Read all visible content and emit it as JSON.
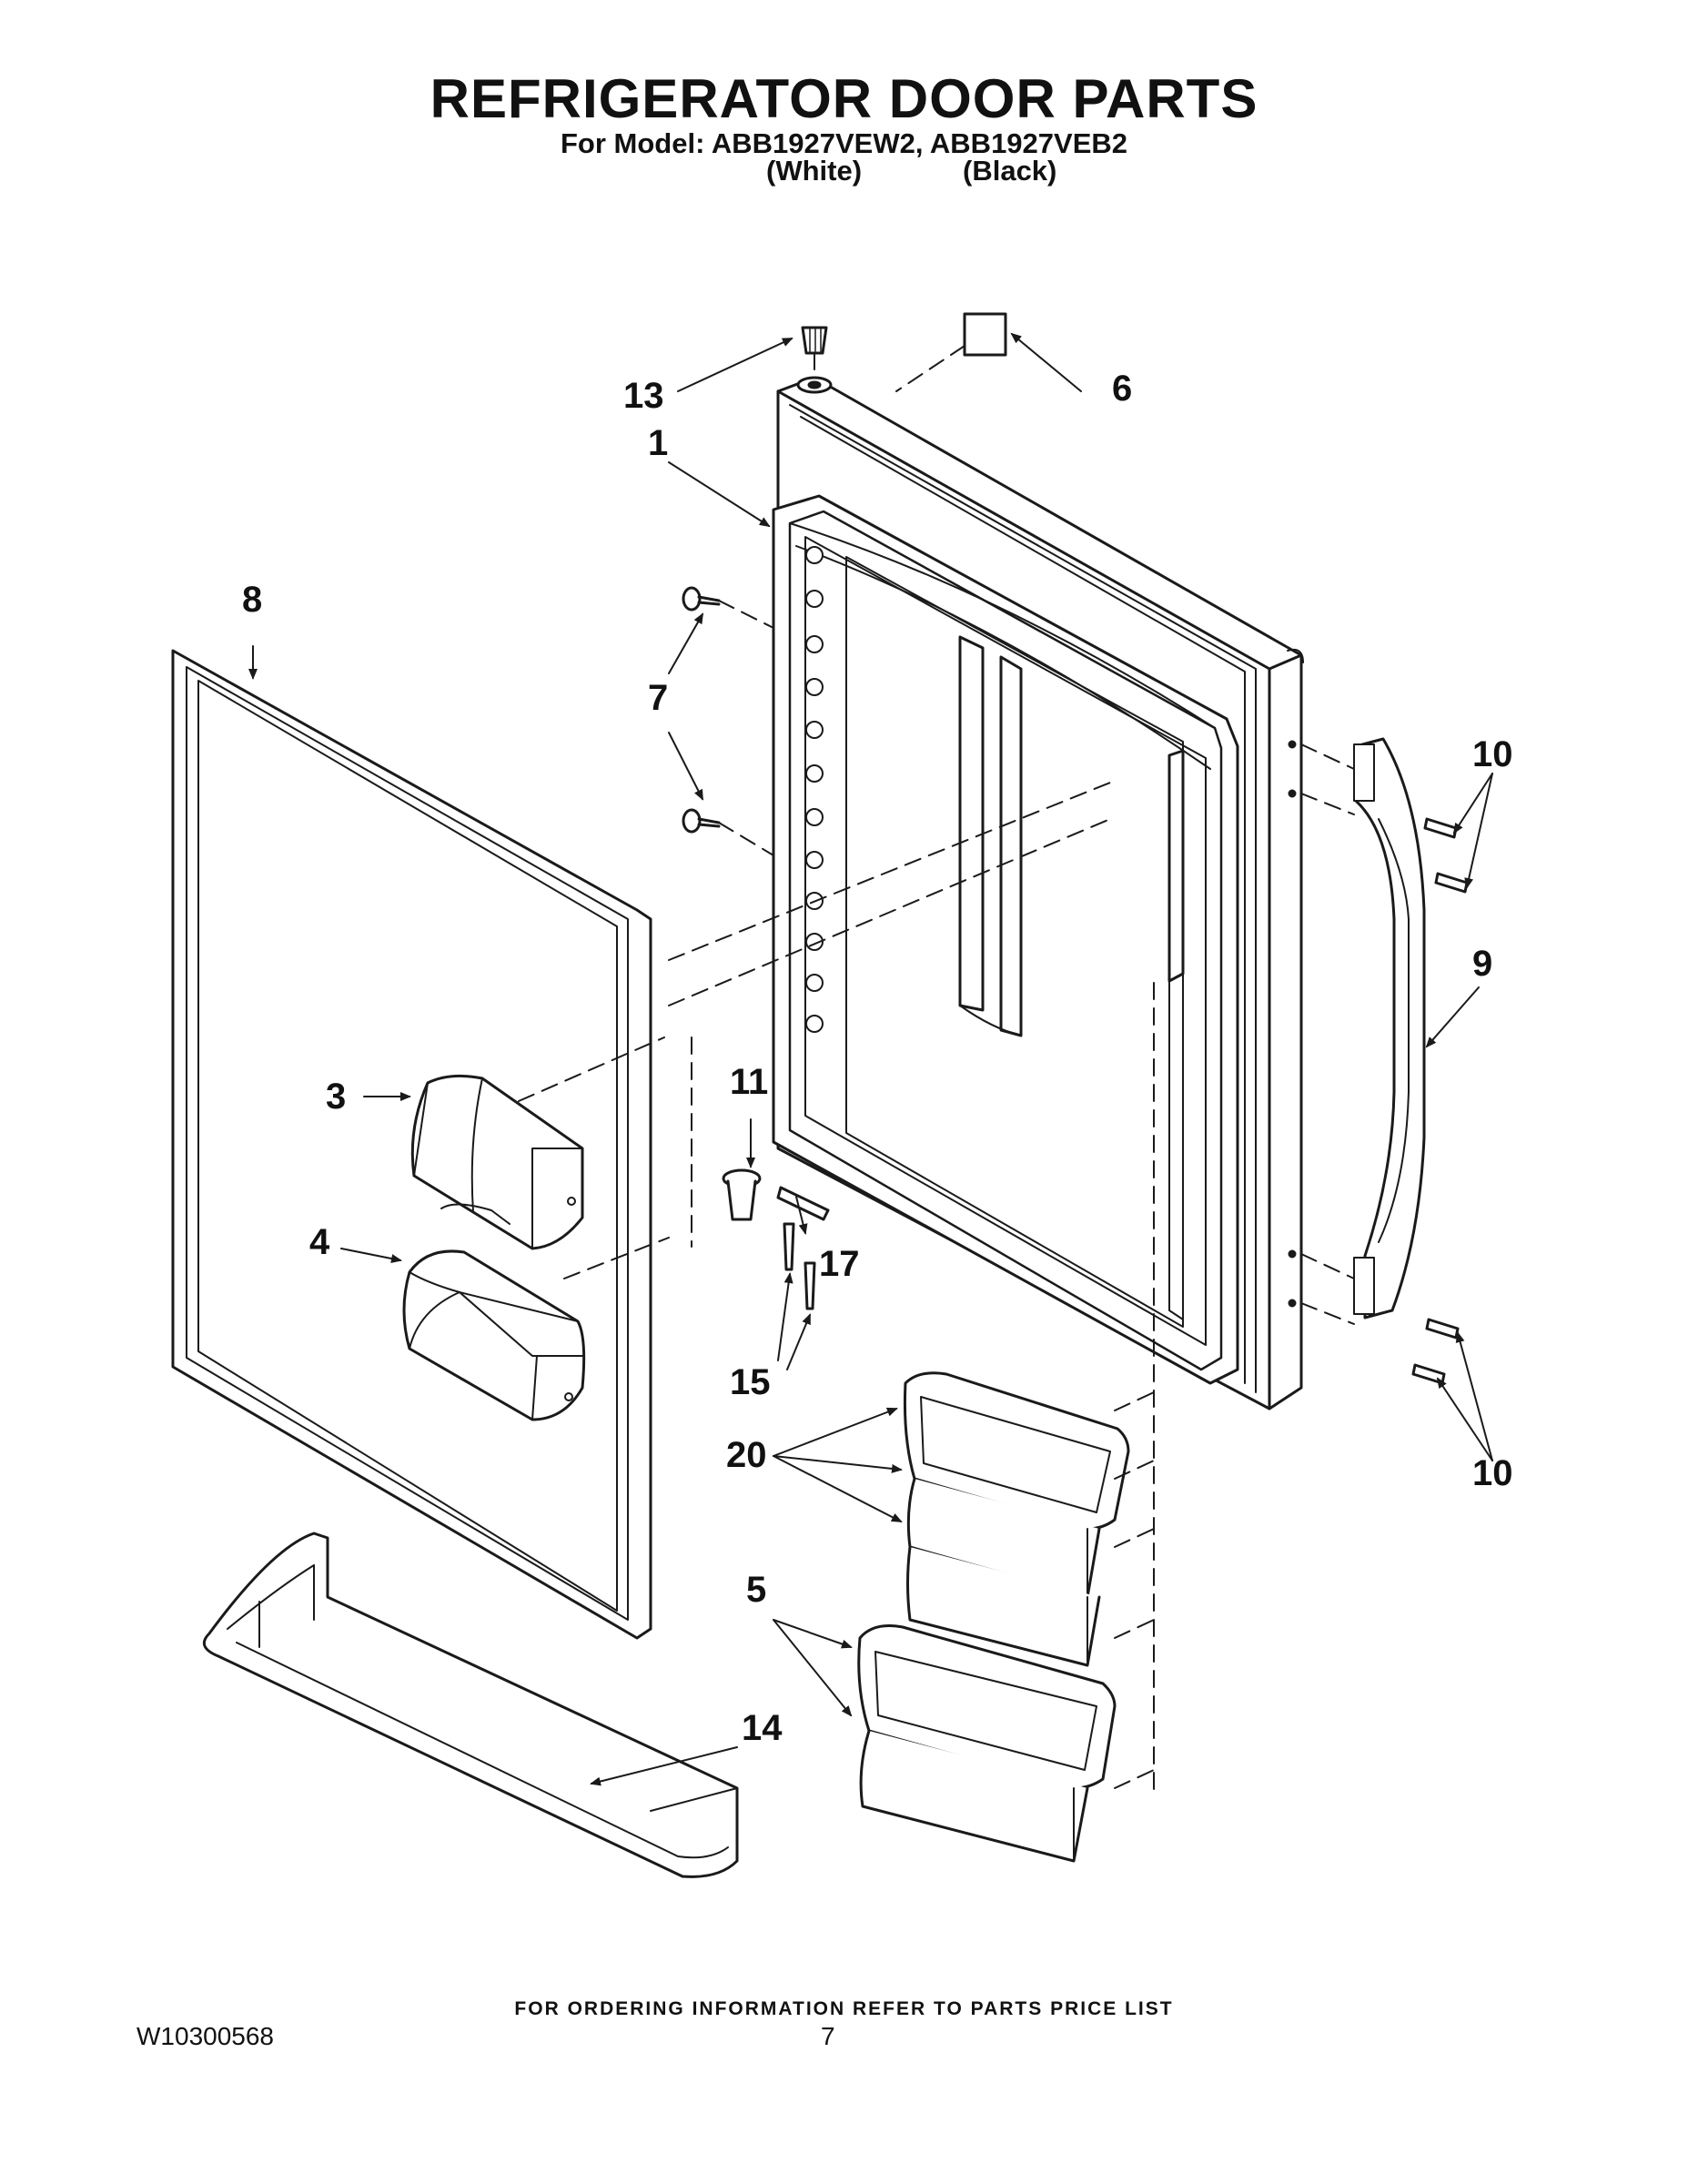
{
  "header": {
    "title": "REFRIGERATOR DOOR PARTS",
    "subtitle": "For Model: ABB1927VEW2, ABB1927VEB2",
    "variants": [
      "(White)",
      "(Black)"
    ]
  },
  "callouts": {
    "c1": "1",
    "c3": "3",
    "c4": "4",
    "c5": "5",
    "c6": "6",
    "c7": "7",
    "c8": "8",
    "c9": "9",
    "c10a": "10",
    "c10b": "10",
    "c11": "11",
    "c13": "13",
    "c14": "14",
    "c15": "15",
    "c17": "17",
    "c20": "20"
  },
  "footer": {
    "note": "FOR ORDERING INFORMATION REFER TO PARTS PRICE LIST",
    "doc_number": "W10300568",
    "page_number": "7"
  }
}
